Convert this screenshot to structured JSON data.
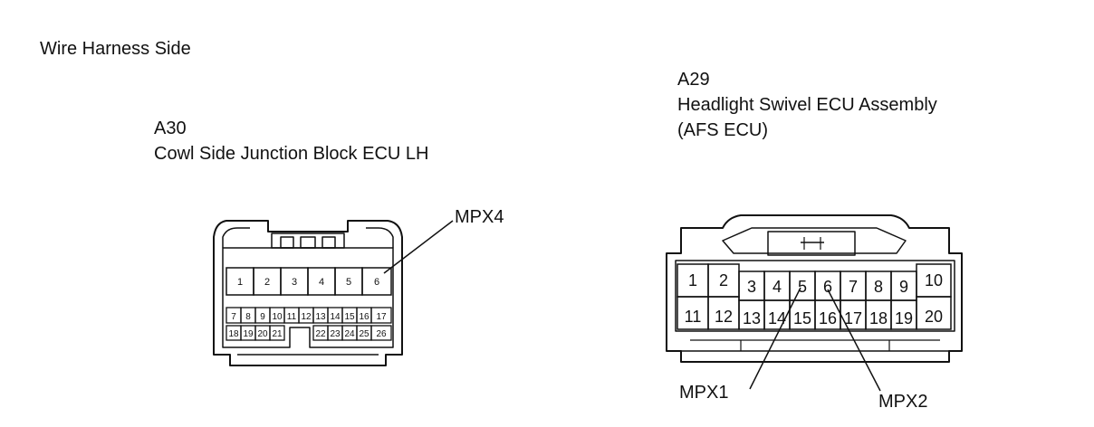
{
  "heading": "Wire Harness Side",
  "connectors": {
    "a30": {
      "code": "A30",
      "name": "Cowl Side Junction Block ECU LH",
      "top_row": [
        "1",
        "2",
        "3",
        "4",
        "5",
        "6"
      ],
      "row2": [
        "7",
        "8",
        "9",
        "10",
        "11",
        "12",
        "13",
        "14",
        "15",
        "16",
        "17"
      ],
      "row3_left": [
        "18",
        "19",
        "20",
        "21"
      ],
      "row3_right": [
        "22",
        "23",
        "24",
        "25",
        "26"
      ],
      "callout": "MPX4"
    },
    "a29": {
      "code": "A29",
      "name_line1": "Headlight Swivel ECU Assembly",
      "name_line2": "(AFS ECU)",
      "top_row": [
        "1",
        "2",
        "3",
        "4",
        "5",
        "6",
        "7",
        "8",
        "9",
        "10"
      ],
      "bottom_row": [
        "11",
        "12",
        "13",
        "14",
        "15",
        "16",
        "17",
        "18",
        "19",
        "20"
      ],
      "callout_1": "MPX1",
      "callout_2": "MPX2"
    }
  }
}
